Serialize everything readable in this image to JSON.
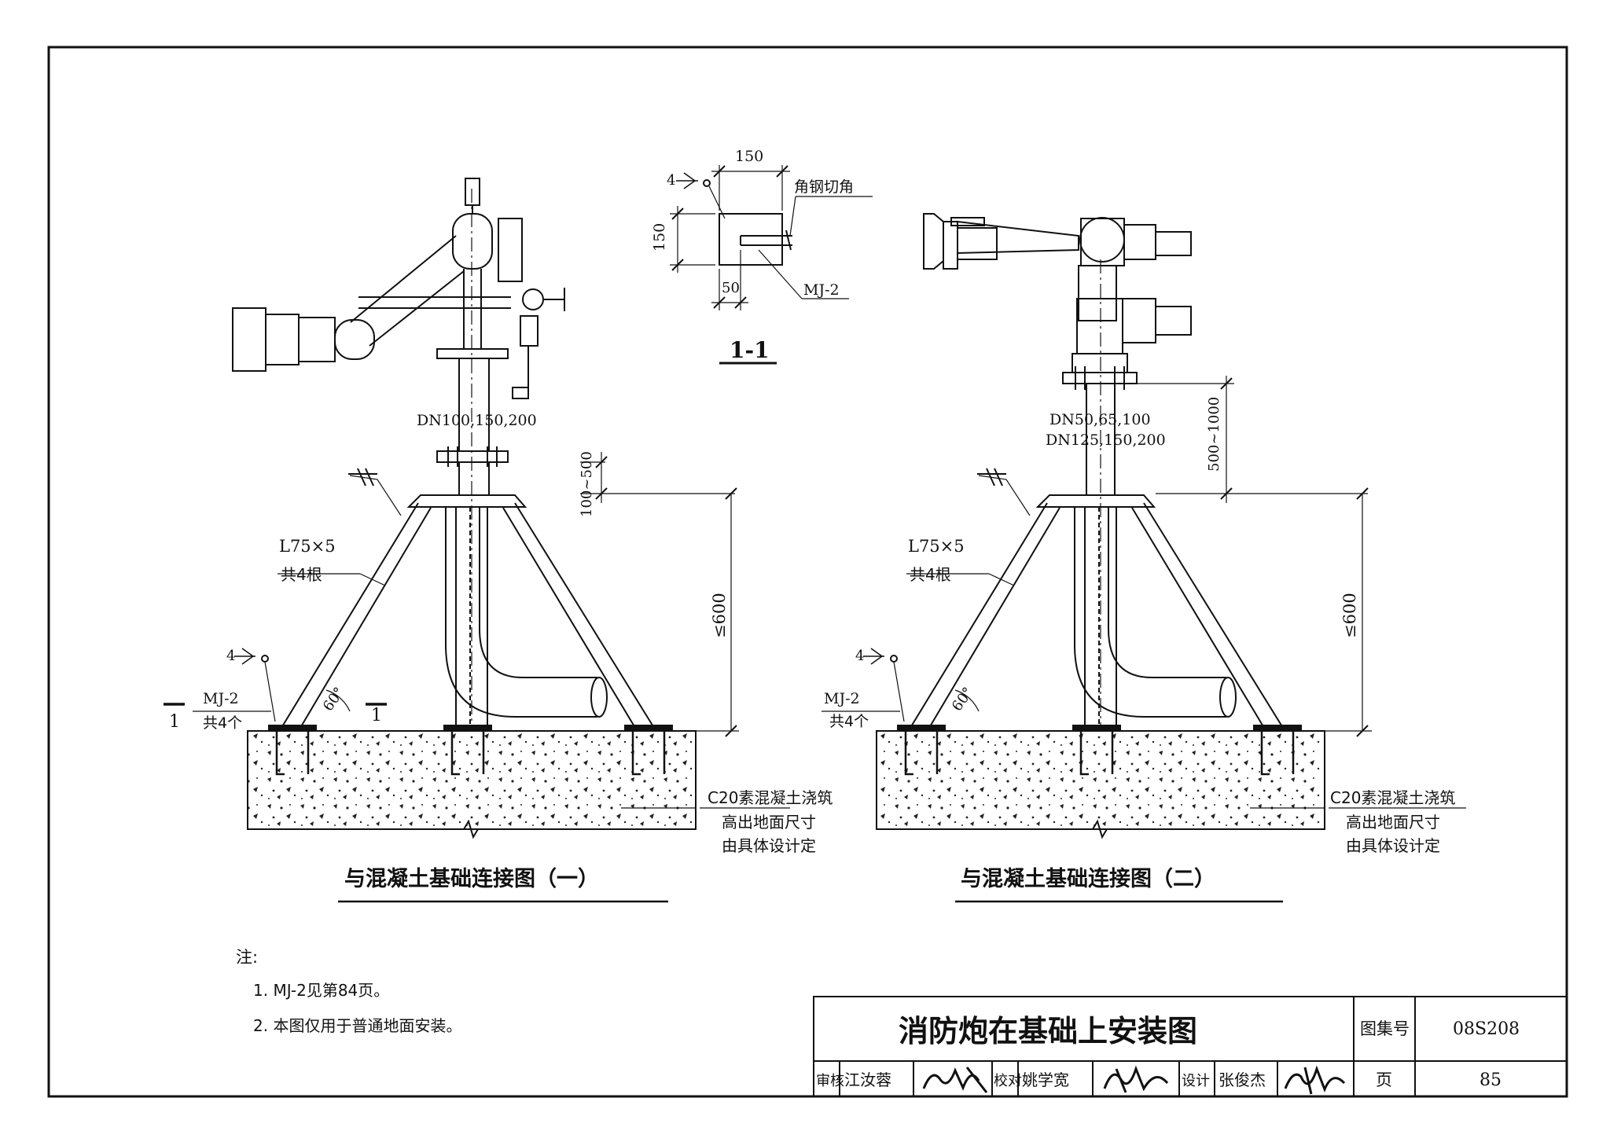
{
  "section": {
    "marker": "1-1",
    "cut_label": "1",
    "dim_width": "150",
    "dim_height": "150",
    "dim_offset": "50",
    "angle_cut_label": "角钢切角",
    "plate_label": "MJ-2",
    "weld_size": "4"
  },
  "fig1": {
    "pipe_label": "DN100,150,200",
    "dim_flange": "100~500",
    "dim_height": "≤600",
    "angle_label": "L75×5",
    "angle_count": "共4根",
    "plate_label": "MJ-2",
    "plate_count": "共4个",
    "weld_size": "4",
    "angle_deg": "60°",
    "concrete_label": "C20素混凝土浇筑",
    "concrete_note_1": "高出地面尺寸",
    "concrete_note_2": "由具体设计定",
    "caption": "与混凝土基础连接图（一）"
  },
  "fig2": {
    "pipe_label_1": "DN50,65,100",
    "pipe_label_2": "DN125,150,200",
    "dim_flange": "500~1000",
    "dim_height": "≤600",
    "angle_label": "L75×5",
    "angle_count": "共4根",
    "plate_label": "MJ-2",
    "plate_count": "共4个",
    "weld_size": "4",
    "angle_deg": "60°",
    "concrete_label": "C20素混凝土浇筑",
    "concrete_note_1": "高出地面尺寸",
    "concrete_note_2": "由具体设计定",
    "caption": "与混凝土基础连接图（二）"
  },
  "notes": {
    "heading": "注:",
    "items": [
      "1. MJ-2见第84页。",
      "2. 本图仅用于普通地面安装。"
    ]
  },
  "title_block": {
    "title": "消防炮在基础上安装图",
    "atlas_label": "图集号",
    "atlas_no": "08S208",
    "page_label": "页",
    "page_no": "85",
    "review_label": "审核",
    "review_name": "江汝蓉",
    "check_label": "校对",
    "check_name": "姚学宽",
    "design_label": "设计",
    "design_name": "张俊杰"
  }
}
